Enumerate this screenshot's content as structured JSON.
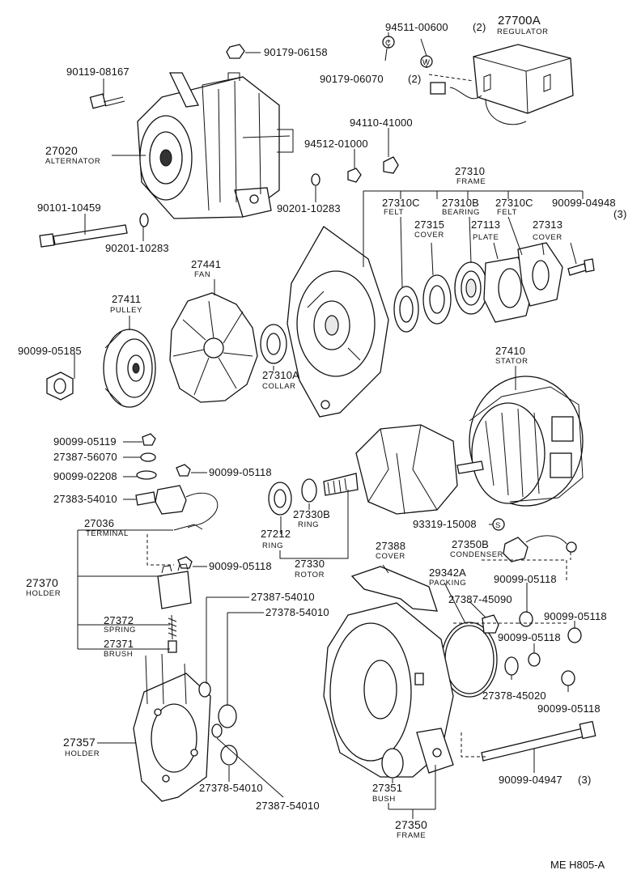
{
  "parts": [
    {
      "id": "p1",
      "number": "94511-00600",
      "suffix": "(2)",
      "caption": ""
    },
    {
      "id": "p2",
      "number": "27700A",
      "suffix": "",
      "caption": "REGULATOR"
    },
    {
      "id": "p3",
      "number": "90179-06158",
      "suffix": "",
      "caption": ""
    },
    {
      "id": "p4",
      "number": "90179-06070",
      "suffix": "(2)",
      "caption": ""
    },
    {
      "id": "p5",
      "number": "90119-08167",
      "suffix": "",
      "caption": ""
    },
    {
      "id": "p6",
      "number": "94110-41000",
      "suffix": "",
      "caption": ""
    },
    {
      "id": "p7",
      "number": "27020",
      "suffix": "",
      "caption": "ALTERNATOR"
    },
    {
      "id": "p8",
      "number": "94512-01000",
      "suffix": "",
      "caption": ""
    },
    {
      "id": "p9",
      "number": "27310",
      "suffix": "",
      "caption": "FRAME"
    },
    {
      "id": "p10",
      "number": "27310C",
      "suffix": "",
      "caption": "FELT"
    },
    {
      "id": "p11",
      "number": "27310B",
      "suffix": "",
      "caption": "BEARING"
    },
    {
      "id": "p12",
      "number": "27310C",
      "suffix": "",
      "caption": "FELT"
    },
    {
      "id": "p13",
      "number": "90099-04948",
      "suffix": "(3)",
      "caption": ""
    },
    {
      "id": "p14",
      "number": "90201-10283",
      "suffix": "",
      "caption": ""
    },
    {
      "id": "p15",
      "number": "90101-10459",
      "suffix": "",
      "caption": ""
    },
    {
      "id": "p16",
      "number": "27315",
      "suffix": "",
      "caption": "COVER"
    },
    {
      "id": "p17",
      "number": "27113",
      "suffix": "",
      "caption": "PLATE"
    },
    {
      "id": "p18",
      "number": "27313",
      "suffix": "",
      "caption": "COVER"
    },
    {
      "id": "p19",
      "number": "90201-10283",
      "suffix": "",
      "caption": ""
    },
    {
      "id": "p20",
      "number": "27441",
      "suffix": "",
      "caption": "FAN"
    },
    {
      "id": "p21",
      "number": "27411",
      "suffix": "",
      "caption": "PULLEY"
    },
    {
      "id": "p22",
      "number": "90099-05185",
      "suffix": "",
      "caption": ""
    },
    {
      "id": "p23",
      "number": "27310A",
      "suffix": "",
      "caption": "COLLAR"
    },
    {
      "id": "p24",
      "number": "27410",
      "suffix": "",
      "caption": "STATOR"
    },
    {
      "id": "p25",
      "number": "90099-05119",
      "suffix": "",
      "caption": ""
    },
    {
      "id": "p26",
      "number": "27387-56070",
      "suffix": "",
      "caption": ""
    },
    {
      "id": "p27",
      "number": "90099-02208",
      "suffix": "",
      "caption": ""
    },
    {
      "id": "p28",
      "number": "90099-05118",
      "suffix": "",
      "caption": ""
    },
    {
      "id": "p29",
      "number": "27383-54010",
      "suffix": "",
      "caption": ""
    },
    {
      "id": "p30",
      "number": "27036",
      "suffix": "",
      "caption": "TERMINAL"
    },
    {
      "id": "p31",
      "number": "27330B",
      "suffix": "",
      "caption": "RING"
    },
    {
      "id": "p32",
      "number": "27212",
      "suffix": "",
      "caption": "RING"
    },
    {
      "id": "p33",
      "number": "93319-15008",
      "suffix": "",
      "caption": ""
    },
    {
      "id": "p34",
      "number": "27350B",
      "suffix": "",
      "caption": "CONDENSER"
    },
    {
      "id": "p35",
      "number": "27388",
      "suffix": "",
      "caption": "COVER"
    },
    {
      "id": "p36",
      "number": "27330",
      "suffix": "",
      "caption": "ROTOR"
    },
    {
      "id": "p37",
      "number": "90099-05118",
      "suffix": "",
      "caption": ""
    },
    {
      "id": "p38",
      "number": "29342A",
      "suffix": "",
      "caption": "PACKING"
    },
    {
      "id": "p39",
      "number": "90099-05118",
      "suffix": "",
      "caption": ""
    },
    {
      "id": "p40",
      "number": "27370",
      "suffix": "",
      "caption": "HOLDER"
    },
    {
      "id": "p41",
      "number": "27387-54010",
      "suffix": "",
      "caption": ""
    },
    {
      "id": "p42",
      "number": "27387-45090",
      "suffix": "",
      "caption": ""
    },
    {
      "id": "p43",
      "number": "27378-54010",
      "suffix": "",
      "caption": ""
    },
    {
      "id": "p44",
      "number": "90099-05118",
      "suffix": "",
      "caption": ""
    },
    {
      "id": "p45",
      "number": "27372",
      "suffix": "",
      "caption": "SPRING"
    },
    {
      "id": "p46",
      "number": "90099-05118",
      "suffix": "",
      "caption": ""
    },
    {
      "id": "p47",
      "number": "27371",
      "suffix": "",
      "caption": "BRUSH"
    },
    {
      "id": "p48",
      "number": "27378-45020",
      "suffix": "",
      "caption": ""
    },
    {
      "id": "p49",
      "number": "90099-05118",
      "suffix": "",
      "caption": ""
    },
    {
      "id": "p50",
      "number": "27357",
      "suffix": "",
      "caption": "HOLDER"
    },
    {
      "id": "p51",
      "number": "27378-54010",
      "suffix": "",
      "caption": ""
    },
    {
      "id": "p52",
      "number": "27351",
      "suffix": "",
      "caption": "BUSH"
    },
    {
      "id": "p53",
      "number": "90099-04947",
      "suffix": "(3)",
      "caption": ""
    },
    {
      "id": "p54",
      "number": "27387-54010",
      "suffix": "",
      "caption": ""
    },
    {
      "id": "p55",
      "number": "27350",
      "suffix": "",
      "caption": "FRAME"
    }
  ],
  "glyphs": {
    "screw_mark": "W",
    "spring_washer_mark": "S",
    "c_mark": "C"
  },
  "drawing_ref": "ME H805-A"
}
